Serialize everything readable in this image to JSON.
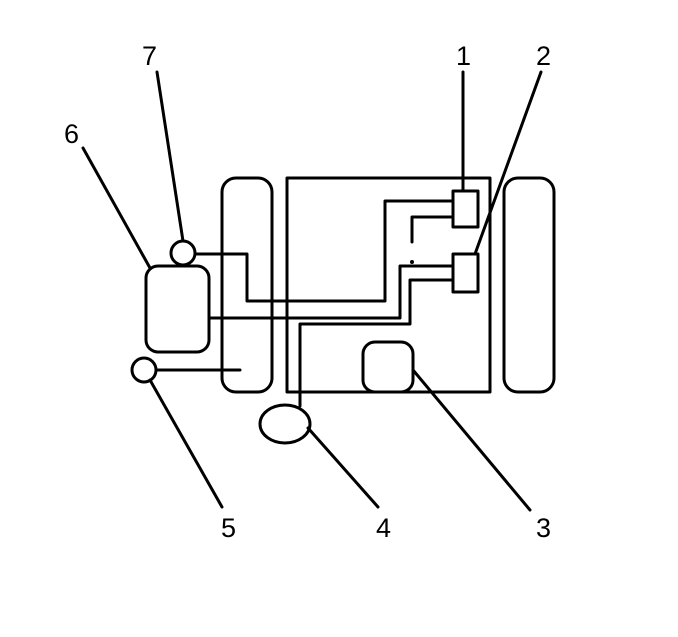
{
  "diagram": {
    "callouts": [
      {
        "id": "1",
        "label": "1"
      },
      {
        "id": "2",
        "label": "2"
      },
      {
        "id": "3",
        "label": "3"
      },
      {
        "id": "4",
        "label": "4"
      },
      {
        "id": "5",
        "label": "5"
      },
      {
        "id": "6",
        "label": "6"
      },
      {
        "id": "7",
        "label": "7"
      }
    ],
    "colors": {
      "stroke": "#000000",
      "background": "#ffffff"
    }
  }
}
